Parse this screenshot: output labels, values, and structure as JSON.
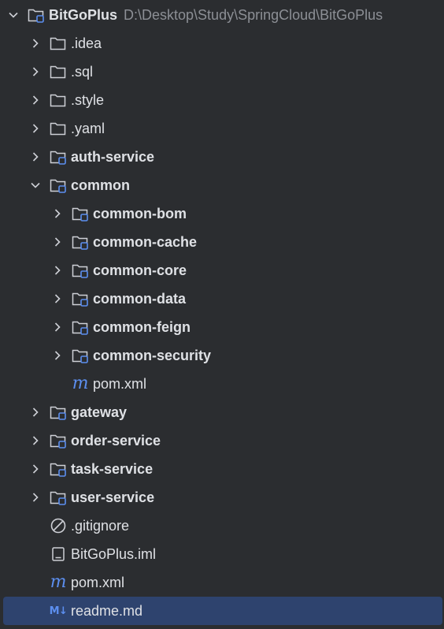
{
  "root": {
    "name": "BitGoPlus",
    "path": "D:\\Desktop\\Study\\SpringCloud\\BitGoPlus",
    "expanded": true
  },
  "items": {
    "idea": ".idea",
    "sql": ".sql",
    "style": ".style",
    "yaml": ".yaml",
    "auth_service": "auth-service",
    "common": "common",
    "common_bom": "common-bom",
    "common_cache": "common-cache",
    "common_core": "common-core",
    "common_data": "common-data",
    "common_feign": "common-feign",
    "common_security": "common-security",
    "common_pom": "pom.xml",
    "gateway": "gateway",
    "order_service": "order-service",
    "task_service": "task-service",
    "user_service": "user-service",
    "gitignore": ".gitignore",
    "iml": "BitGoPlus.iml",
    "pom": "pom.xml",
    "readme": "readme.md"
  },
  "icons": {
    "maven_glyph": "m",
    "markdown_glyph": "M↓"
  },
  "selected_item": "readme.md",
  "colors": {
    "background": "#2b2d30",
    "selection": "#2e436e",
    "text": "#dfe1e5",
    "path_text": "#8c8f95",
    "accent": "#5c8ff0"
  }
}
